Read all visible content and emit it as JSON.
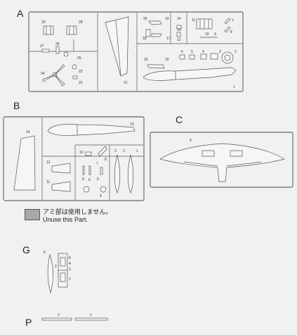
{
  "sprues": {
    "a": {
      "letter": "A",
      "part_numbers": [
        "29",
        "28",
        "27",
        "26",
        "25",
        "24",
        "23",
        "22",
        "21",
        "20",
        "19",
        "18",
        "17",
        "16",
        "15",
        "14",
        "13",
        "12",
        "11",
        "10",
        "9",
        "8",
        "7",
        "6",
        "5",
        "4",
        "3",
        "2",
        "1"
      ]
    },
    "b": {
      "letter": "B",
      "part_numbers": [
        "14",
        "13",
        "12",
        "11",
        "10",
        "9",
        "8",
        "7",
        "6",
        "5",
        "4",
        "3",
        "2",
        "1"
      ]
    },
    "c": {
      "letter": "C",
      "part_numbers": [
        "4"
      ]
    },
    "g": {
      "letter": "G",
      "part_numbers": [
        "6",
        "5",
        "4",
        "3",
        "2",
        "1"
      ]
    },
    "p": {
      "letter": "P",
      "part_numbers": [
        "2",
        "1"
      ]
    }
  },
  "legend": {
    "swatch_color": "#a9a9a9",
    "line1": "アミ部は使用しません。",
    "line2": "Unuse this Part."
  }
}
